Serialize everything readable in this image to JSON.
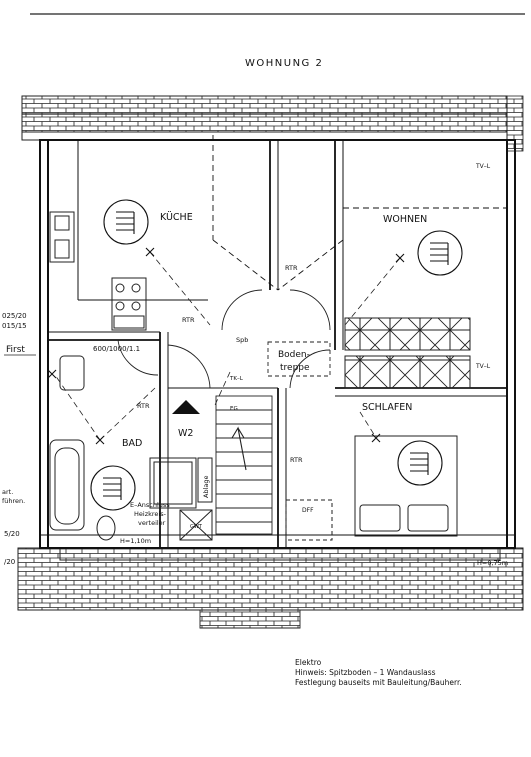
{
  "title": "WOHNUNG 2",
  "rooms": {
    "kueche": "KÜCHE",
    "wohnen": "WOHNEN",
    "schlafen": "SCHLAFEN",
    "bad": "BAD",
    "w2": "W2",
    "boden_line1": "Boden-",
    "boden_line2": "treppe",
    "ablage": "Ablage",
    "dff": "DFF"
  },
  "fixtures": {
    "rtr": "RTR",
    "spb": "Spb",
    "tv_l": "TV–L",
    "tk_l": "TK–L",
    "eg": "EG",
    "gwt": "GWT",
    "counter": "600/1000/1.1",
    "heights_1": "H=1,10m",
    "heights_2": "H=0,75m",
    "anschluss_1": "E–Anschluss",
    "anschluss_2": "Heizkreis-",
    "anschluss_3": "verteiler"
  },
  "margin_left": {
    "m1": "025/20",
    "m2": "015/15",
    "m3": "First",
    "m4": "art.",
    "m5": "führen.",
    "m6": "5/20",
    "m7": "/20"
  },
  "notes": {
    "line1": "Elektro",
    "line2": "Hinweis:  Spitzboden  –  1  Wandauslass",
    "line3": "Festlegung  bauseits  mit  Bauleitung/Bauherr."
  }
}
